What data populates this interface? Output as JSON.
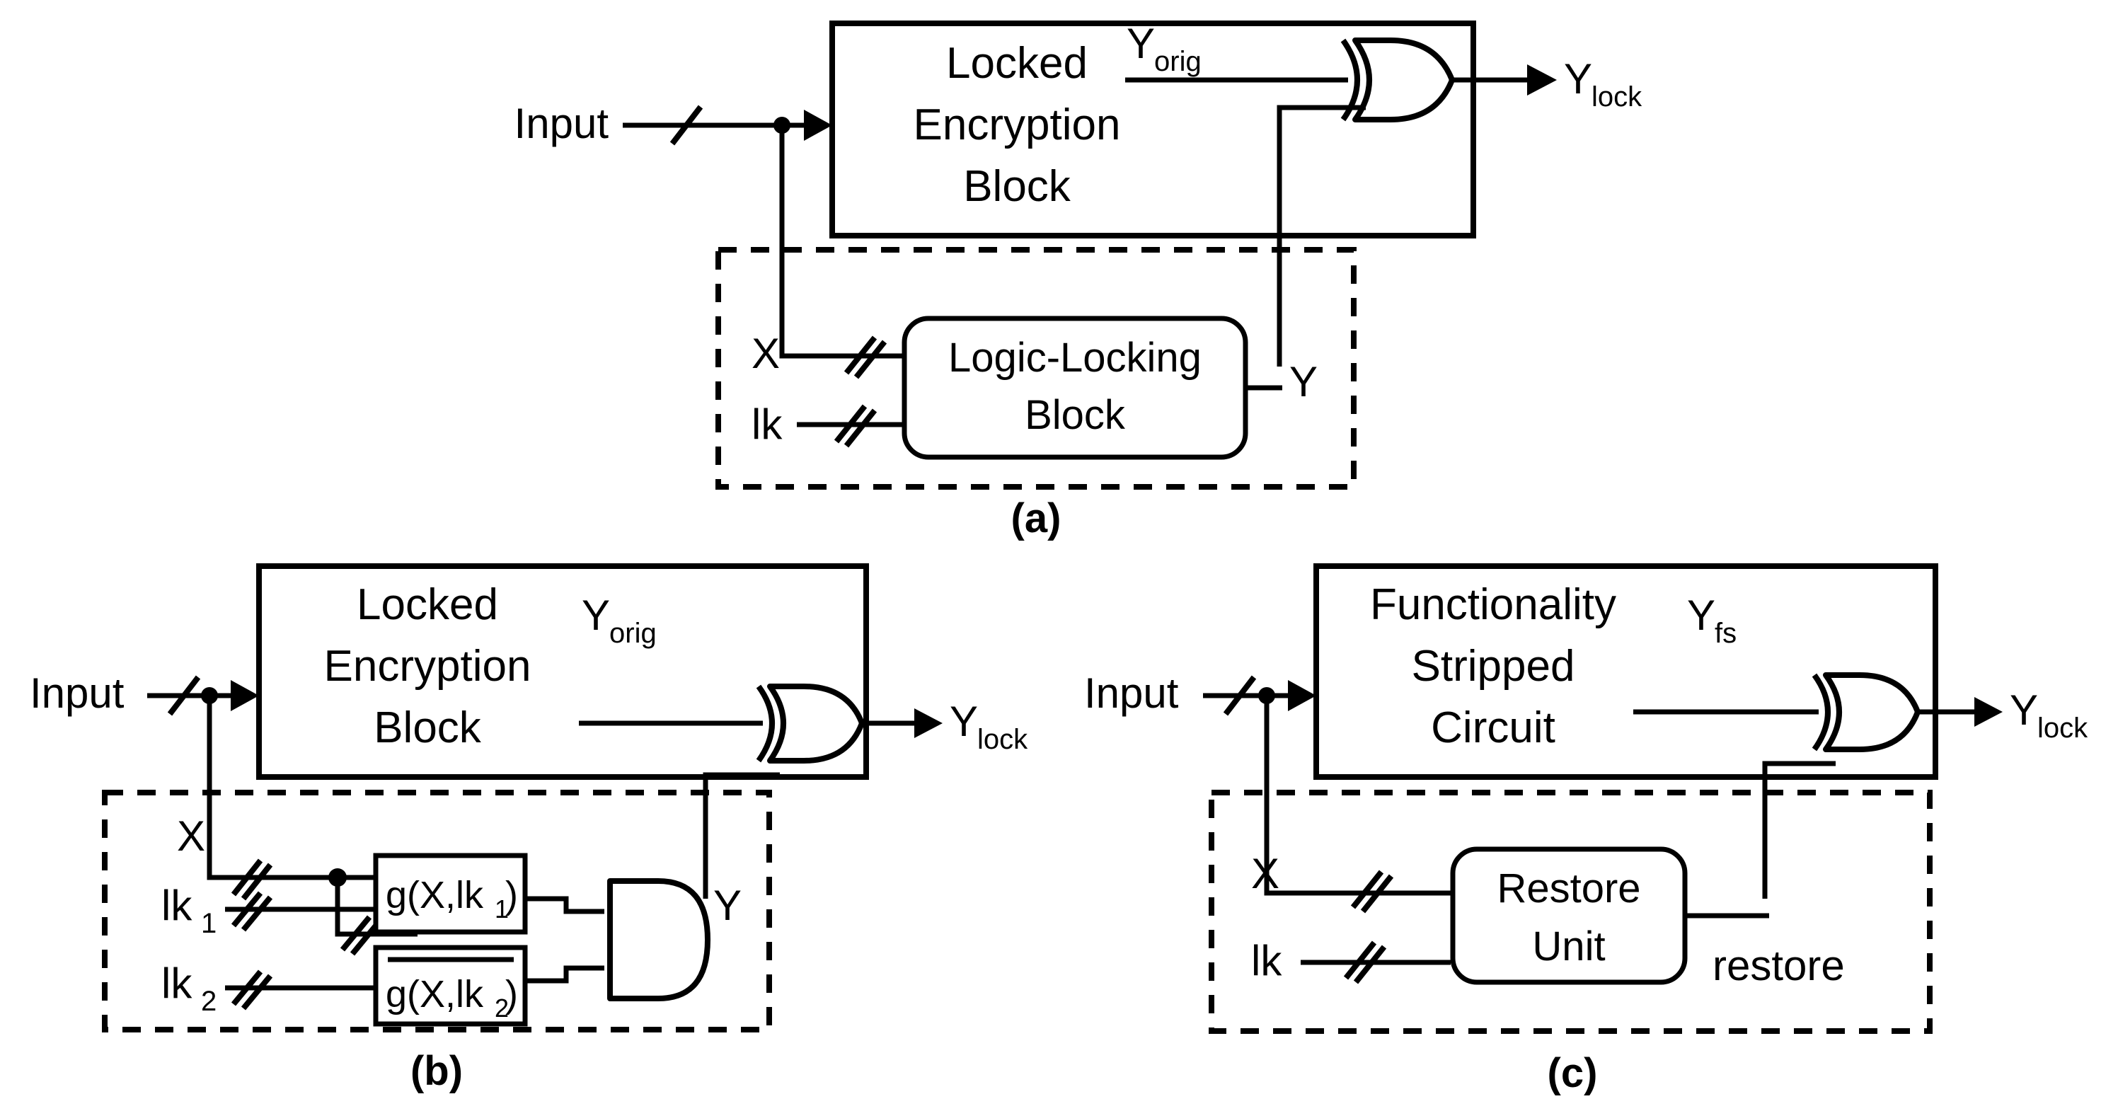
{
  "figure": {
    "title": "Logic locking and functionality stripping schematics",
    "panels": [
      {
        "id": "a",
        "caption": "(a)",
        "input_label": "Input",
        "main_block_lines": [
          "Locked",
          "Encryption",
          "Block"
        ],
        "xor_input_label": "Y",
        "xor_input_sub": "orig",
        "output_label": "Y",
        "output_sub": "lock",
        "locking_block_lines": [
          "Logic-Locking",
          "Block"
        ],
        "signal_x": "X",
        "signal_lk": "lk",
        "signal_y": "Y"
      },
      {
        "id": "b",
        "caption": "(b)",
        "input_label": "Input",
        "main_block_lines": [
          "Locked",
          "Encryption",
          "Block"
        ],
        "xor_input_label": "Y",
        "xor_input_sub": "orig",
        "output_label": "Y",
        "output_sub": "lock",
        "signal_x": "X",
        "signal_lk1_base": "lk",
        "signal_lk1_sub": "1",
        "signal_lk2_base": "lk",
        "signal_lk2_sub": "2",
        "func_block_1": "g(X,lk",
        "func_block_1_sub": "1",
        "func_block_1_tail": ")",
        "func_block_2": "g(X,lk",
        "func_block_2_sub": "2",
        "func_block_2_tail": ")",
        "func_block_2_negated": true,
        "gate_type": "AND",
        "signal_y": "Y"
      },
      {
        "id": "c",
        "caption": "(c)",
        "input_label": "Input",
        "main_block_lines": [
          "Functionality",
          "Stripped",
          "Circuit"
        ],
        "xor_input_label": "Y",
        "xor_input_sub": "fs",
        "output_label": "Y",
        "output_sub": "lock",
        "restore_block_lines": [
          "Restore",
          "Unit"
        ],
        "signal_x": "X",
        "signal_lk": "lk",
        "signal_restore": "restore"
      }
    ],
    "colors": {
      "stroke": "#000000",
      "background": "#ffffff"
    }
  }
}
